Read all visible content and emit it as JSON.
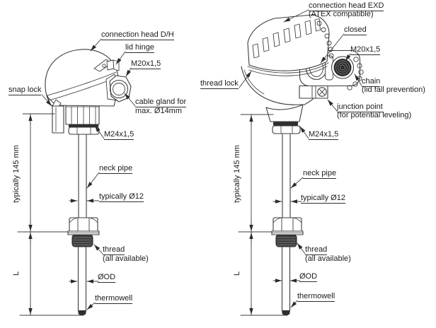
{
  "meta": {
    "diagram_type": "thermocouple thermowell assembly technical drawing",
    "background_color": "#ffffff",
    "line_color": "#3c3c3c",
    "text_color": "#1b1b1b"
  },
  "left_figure": {
    "labels": {
      "connection_head": "connection head D/H",
      "lid_hinge": "lid hinge",
      "cable_thread": "M20x1,5",
      "snap_lock": "snap lock",
      "cable_gland_line1": "cable gland for",
      "cable_gland_line2": "max. Ø14mm",
      "process_thread": "M24x1,5",
      "neck_pipe": "neck pipe",
      "neck_diameter": "typically Ø12",
      "thread_line1": "thread",
      "thread_line2": "(all available)",
      "outer_diameter": "ØOD",
      "thermowell": "thermowell",
      "height_dimension": "typically 145 mm",
      "length_dimension": "L"
    }
  },
  "right_figure": {
    "labels": {
      "connection_head_line1": "connection head EXD",
      "connection_head_line2": "(ATEX compatible)",
      "closed": "closed",
      "cable_thread": "M20x1,5",
      "thread_lock": "thread lock",
      "chain_line1": "chain",
      "chain_line2": "(lid fall prevention)",
      "junction_line1": "junction point",
      "junction_line2": "(for potential leveling)",
      "process_thread": "M24x1,5",
      "neck_pipe": "neck pipe",
      "neck_diameter": "typically Ø12",
      "thread_line1": "thread",
      "thread_line2": "(all available)",
      "outer_diameter": "ØOD",
      "thermowell": "thermowell",
      "height_dimension": "typically 145 mm",
      "length_dimension": "L"
    }
  }
}
